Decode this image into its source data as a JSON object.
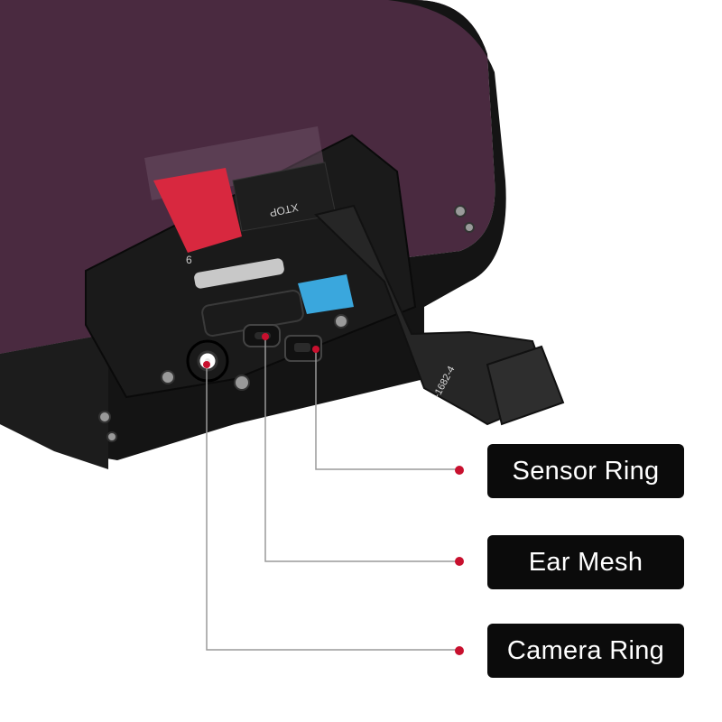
{
  "image": {
    "subject": "phone-lcd-screen-assembly-rear",
    "colors": {
      "background": "#ffffff",
      "panel": "#4a2a40",
      "frame": "#141414",
      "leader_line": "#9a9a9a",
      "dot": "#c8102e",
      "label_bg": "#0b0b0b",
      "label_text": "#ffffff",
      "sticker_red": "#d8283f",
      "sticker_blue": "#3aa7dd"
    }
  },
  "callouts": [
    {
      "id": "sensor",
      "label": "Sensor Ring"
    },
    {
      "id": "ear",
      "label": "Ear Mesh"
    },
    {
      "id": "camera",
      "label": "Camera Ring"
    }
  ],
  "printed_marks": {
    "flex_text": "XTOP",
    "cable_text": "-1682-4",
    "digit": "6"
  }
}
